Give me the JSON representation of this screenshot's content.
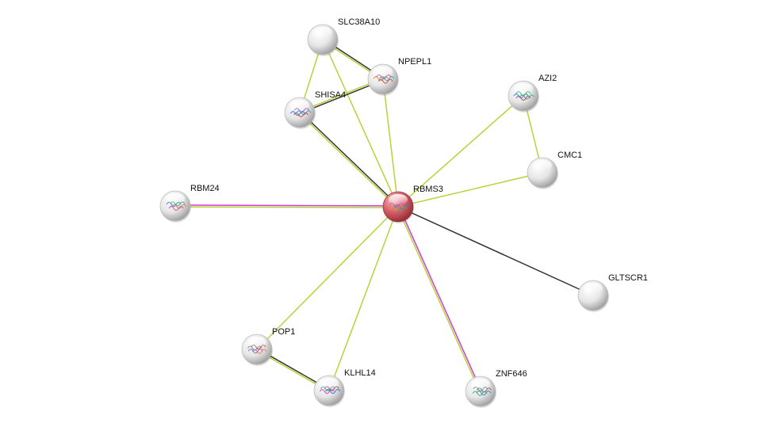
{
  "network": {
    "query_protein": "RBMS3",
    "colors": {
      "node_default": "#e9e9e9",
      "node_query": "#d9606a",
      "edge_textmining": "#b5d33a",
      "edge_coexpression": "#333333",
      "edge_experimental": "#d23bd2"
    },
    "nodes": [
      {
        "id": "rbms3",
        "label": "RBMS3",
        "query": true,
        "structure": true
      },
      {
        "id": "slc38a10",
        "label": "SLC38A10",
        "query": false,
        "structure": false
      },
      {
        "id": "npepl1",
        "label": "NPEPL1",
        "query": false,
        "structure": true
      },
      {
        "id": "shisa4",
        "label": "SHISA4",
        "query": false,
        "structure": true
      },
      {
        "id": "azi2",
        "label": "AZI2",
        "query": false,
        "structure": true
      },
      {
        "id": "cmc1",
        "label": "CMC1",
        "query": false,
        "structure": false
      },
      {
        "id": "rbm24",
        "label": "RBM24",
        "query": false,
        "structure": true
      },
      {
        "id": "gltscr1",
        "label": "GLTSCR1",
        "query": false,
        "structure": false
      },
      {
        "id": "pop1",
        "label": "POP1",
        "query": false,
        "structure": true
      },
      {
        "id": "klhl14",
        "label": "KLHL14",
        "query": false,
        "structure": true
      },
      {
        "id": "znf646",
        "label": "ZNF646",
        "query": false,
        "structure": true
      }
    ],
    "edges": [
      {
        "source": "slc38a10",
        "target": "npepl1",
        "evidence": [
          "coexpression",
          "textmining"
        ]
      },
      {
        "source": "slc38a10",
        "target": "shisa4",
        "evidence": [
          "textmining"
        ]
      },
      {
        "source": "slc38a10",
        "target": "rbms3",
        "evidence": [
          "textmining"
        ]
      },
      {
        "source": "npepl1",
        "target": "shisa4",
        "evidence": [
          "coexpression",
          "textmining"
        ]
      },
      {
        "source": "npepl1",
        "target": "rbms3",
        "evidence": [
          "textmining"
        ]
      },
      {
        "source": "shisa4",
        "target": "rbms3",
        "evidence": [
          "coexpression",
          "textmining"
        ]
      },
      {
        "source": "azi2",
        "target": "cmc1",
        "evidence": [
          "textmining"
        ]
      },
      {
        "source": "azi2",
        "target": "rbms3",
        "evidence": [
          "textmining"
        ]
      },
      {
        "source": "cmc1",
        "target": "rbms3",
        "evidence": [
          "textmining"
        ]
      },
      {
        "source": "rbm24",
        "target": "rbms3",
        "evidence": [
          "experimental",
          "textmining"
        ]
      },
      {
        "source": "rbms3",
        "target": "gltscr1",
        "evidence": [
          "coexpression"
        ]
      },
      {
        "source": "rbms3",
        "target": "pop1",
        "evidence": [
          "textmining"
        ]
      },
      {
        "source": "rbms3",
        "target": "klhl14",
        "evidence": [
          "textmining"
        ]
      },
      {
        "source": "rbms3",
        "target": "znf646",
        "evidence": [
          "experimental",
          "textmining"
        ]
      },
      {
        "source": "pop1",
        "target": "klhl14",
        "evidence": [
          "coexpression",
          "textmining"
        ]
      }
    ]
  }
}
